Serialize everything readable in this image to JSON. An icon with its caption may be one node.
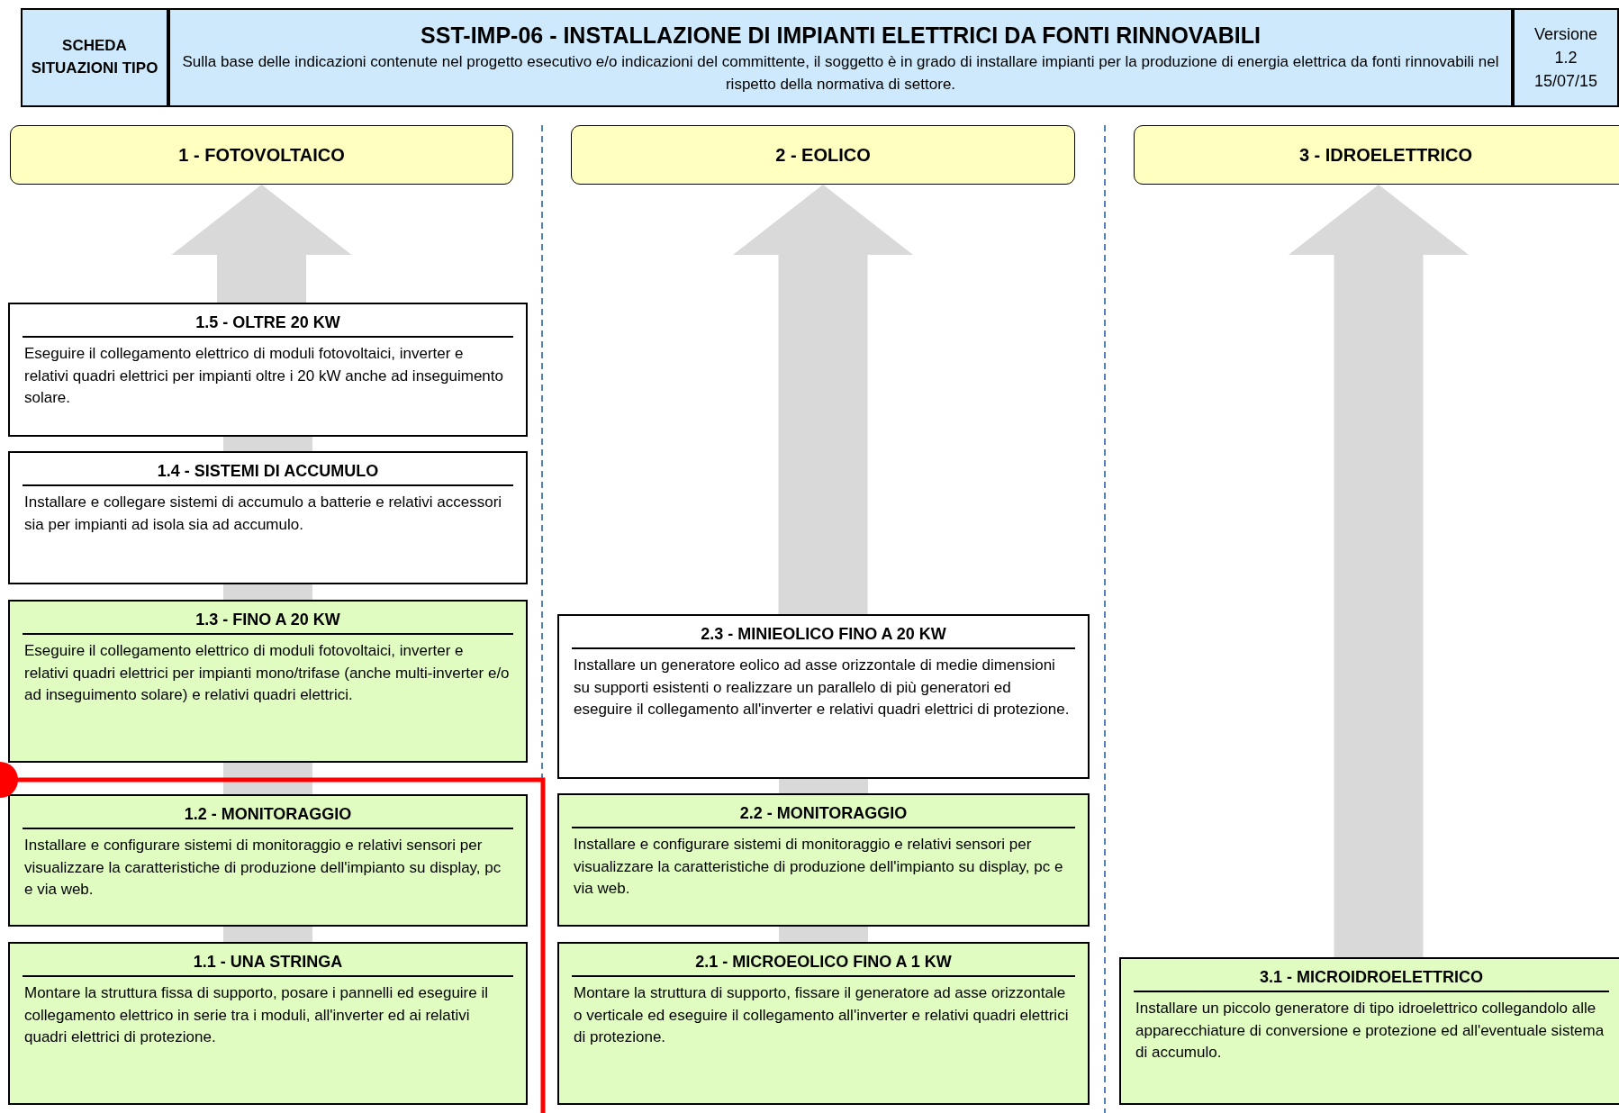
{
  "diagram": {
    "nodes": [
      {
        "text": [
          "SCHEDA SITUAZIONI TIPO"
        ]
      },
      {
        "text": [
          "SST-IMP-06 - INSTALLAZIONE DI IMPIANTI ELETTRICI DA FONTI RINNOVABILI",
          "Sulla base delle indicazioni contenute nel progetto esecutivo e/o indicazioni del committente, il soggetto è in grado di installare impianti per la produzione di energia elettrica da fonti rinnovabili nel rispetto della normativa di settore."
        ]
      },
      {
        "text": [
          "Versione",
          "1.2",
          "15/07/15"
        ]
      },
      {
        "text": [
          "1 - FOTOVOLTAICO"
        ]
      },
      {
        "text": [
          "1.5 - OLTRE 20 KW",
          "Eseguire il collegamento elettrico di moduli fotovoltaici, inverter e relativi quadri elettrici per impianti oltre i 20 kW anche ad inseguimento solare."
        ]
      },
      {
        "text": [
          "1.4 - SISTEMI DI ACCUMULO",
          "Installare e collegare sistemi di accumulo a batterie e relativi accessori sia per impianti ad isola sia ad accumulo."
        ]
      },
      {
        "text": [
          "1.3 - FINO A 20 KW",
          "Eseguire il collegamento elettrico di moduli fotovoltaici, inverter e relativi quadri elettrici per impianti mono/trifase (anche multi-inverter e/o ad inseguimento solare) e relativi quadri elettrici."
        ]
      },
      {
        "text": [
          "1.2 - MONITORAGGIO",
          "Installare e configurare sistemi di monitoraggio e relativi sensori per visualizzare la caratteristiche di produzione dell'impianto su display, pc e via web."
        ]
      },
      {
        "text": [
          "1.1 - UNA STRINGA",
          "Montare la struttura fissa di supporto, posare i pannelli ed eseguire il collegamento elettrico in serie tra i moduli, all'inverter ed ai relativi quadri elettrici di protezione."
        ]
      },
      {
        "text": [
          "2 - EOLICO"
        ]
      },
      {
        "text": [
          "2.3 - MINIEOLICO FINO A 20 KW",
          "Installare un generatore eolico ad asse orizzontale di medie dimensioni su supporti esistenti o realizzare un parallelo di più generatori ed eseguire il collegamento all'inverter e relativi quadri elettrici di protezione."
        ]
      },
      {
        "text": [
          "2.2 - MONITORAGGIO",
          "Installare e configurare sistemi di monitoraggio e relativi sensori per visualizzare la caratteristiche di produzione dell'impianto su display, pc e via web."
        ]
      },
      {
        "text": [
          "2.1 - MICROEOLICO FINO A 1 KW",
          "Montare la struttura di supporto, fissare il generatore ad asse orizzontale o verticale ed eseguire il collegamento all'inverter e relativi quadri elettrici di protezione."
        ]
      },
      {
        "text": [
          "3 - IDROELETTRICO"
        ]
      },
      {
        "text": [
          "3.1 - MICROIDROELETTRICO",
          "Installare un piccolo generatore di tipo idroelettrico collegandolo alle apparecchiature di conversione e protezione ed all'eventuale sistema di accumulo."
        ]
      }
    ],
    "edges": [
      {
        "from": 8,
        "to": 7,
        "arrow": "none",
        "style": "thick",
        "color": "#d9d9d9"
      },
      {
        "from": 7,
        "to": 6,
        "arrow": "none",
        "style": "thick",
        "color": "#d9d9d9"
      },
      {
        "from": 6,
        "to": 5,
        "arrow": "none",
        "style": "thick",
        "color": "#d9d9d9"
      },
      {
        "from": 5,
        "to": 4,
        "arrow": "none",
        "style": "thick",
        "color": "#d9d9d9"
      },
      {
        "from": 4,
        "to": 3,
        "arrow": "to",
        "style": "thick",
        "color": "#d9d9d9"
      },
      {
        "from": 12,
        "to": 11,
        "arrow": "none",
        "style": "thick",
        "color": "#d9d9d9"
      },
      {
        "from": 11,
        "to": 10,
        "arrow": "none",
        "style": "thick",
        "color": "#d9d9d9"
      },
      {
        "from": 10,
        "to": 9,
        "arrow": "to",
        "style": "thick",
        "color": "#d9d9d9"
      },
      {
        "from": 14,
        "to": 13,
        "arrow": "to",
        "style": "thick",
        "color": "#d9d9d9"
      }
    ]
  }
}
